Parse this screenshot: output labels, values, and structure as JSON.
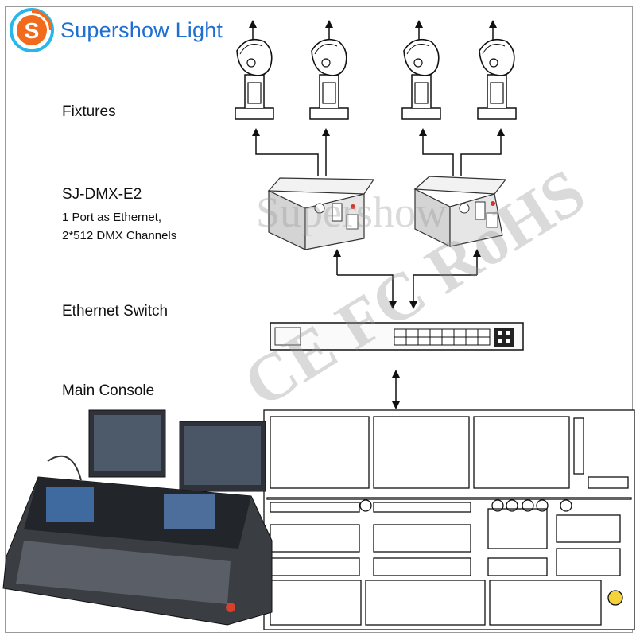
{
  "brand": {
    "logo_letter": "S",
    "name": "Supershow Light"
  },
  "labels": {
    "fixtures": "Fixtures",
    "node_model": "SJ-DMX-E2",
    "node_line1": "1 Port as Ethernet,",
    "node_line2": "2*512 DMX Channels",
    "switch": "Ethernet Switch",
    "console": "Main Console"
  },
  "watermarks": {
    "brand": "Supershow",
    "certs": "CE FC RoHS"
  },
  "colors": {
    "brand_blue": "#1f6fd1",
    "logo_orange": "#f26a1b",
    "logo_cyan": "#29b6e8",
    "line": "#111111"
  }
}
